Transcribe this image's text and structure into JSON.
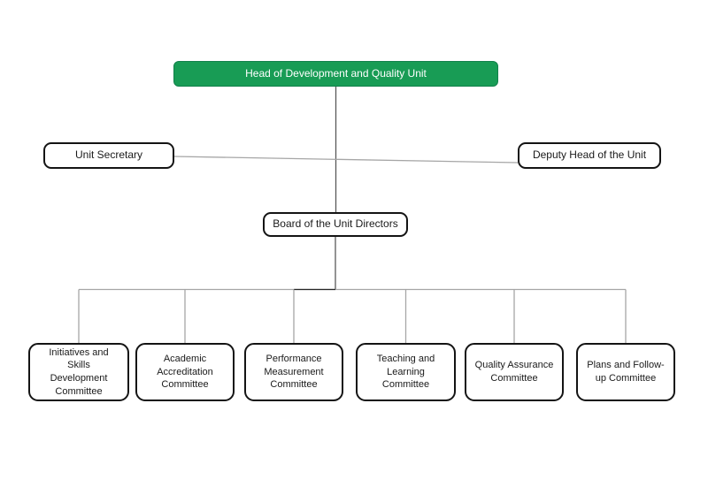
{
  "colors": {
    "root_fill": "#189C55",
    "root_text": "#FFFFFF",
    "box_fill": "#FFFFFF",
    "box_border": "#141414",
    "connector_light": "#A6A6A6",
    "connector_dark": "#595959",
    "connector_darkest": "#262626"
  },
  "org_chart": {
    "root": {
      "label": "Head of Development and Quality Unit"
    },
    "assistants": [
      {
        "label": "Unit Secretary"
      },
      {
        "label": "Deputy Head of the Unit"
      }
    ],
    "board": {
      "label": "Board of the Unit Directors"
    },
    "committees": [
      {
        "label": "Initiatives and\nSkills\nDevelopment\nCommittee"
      },
      {
        "label": "Academic\nAccreditation\nCommittee"
      },
      {
        "label": "Performance\nMeasurement\nCommittee"
      },
      {
        "label": "Teaching and\nLearning\nCommittee"
      },
      {
        "label": "Quality Assurance\nCommittee"
      },
      {
        "label": "Plans and Follow-\nup Committee"
      }
    ]
  }
}
